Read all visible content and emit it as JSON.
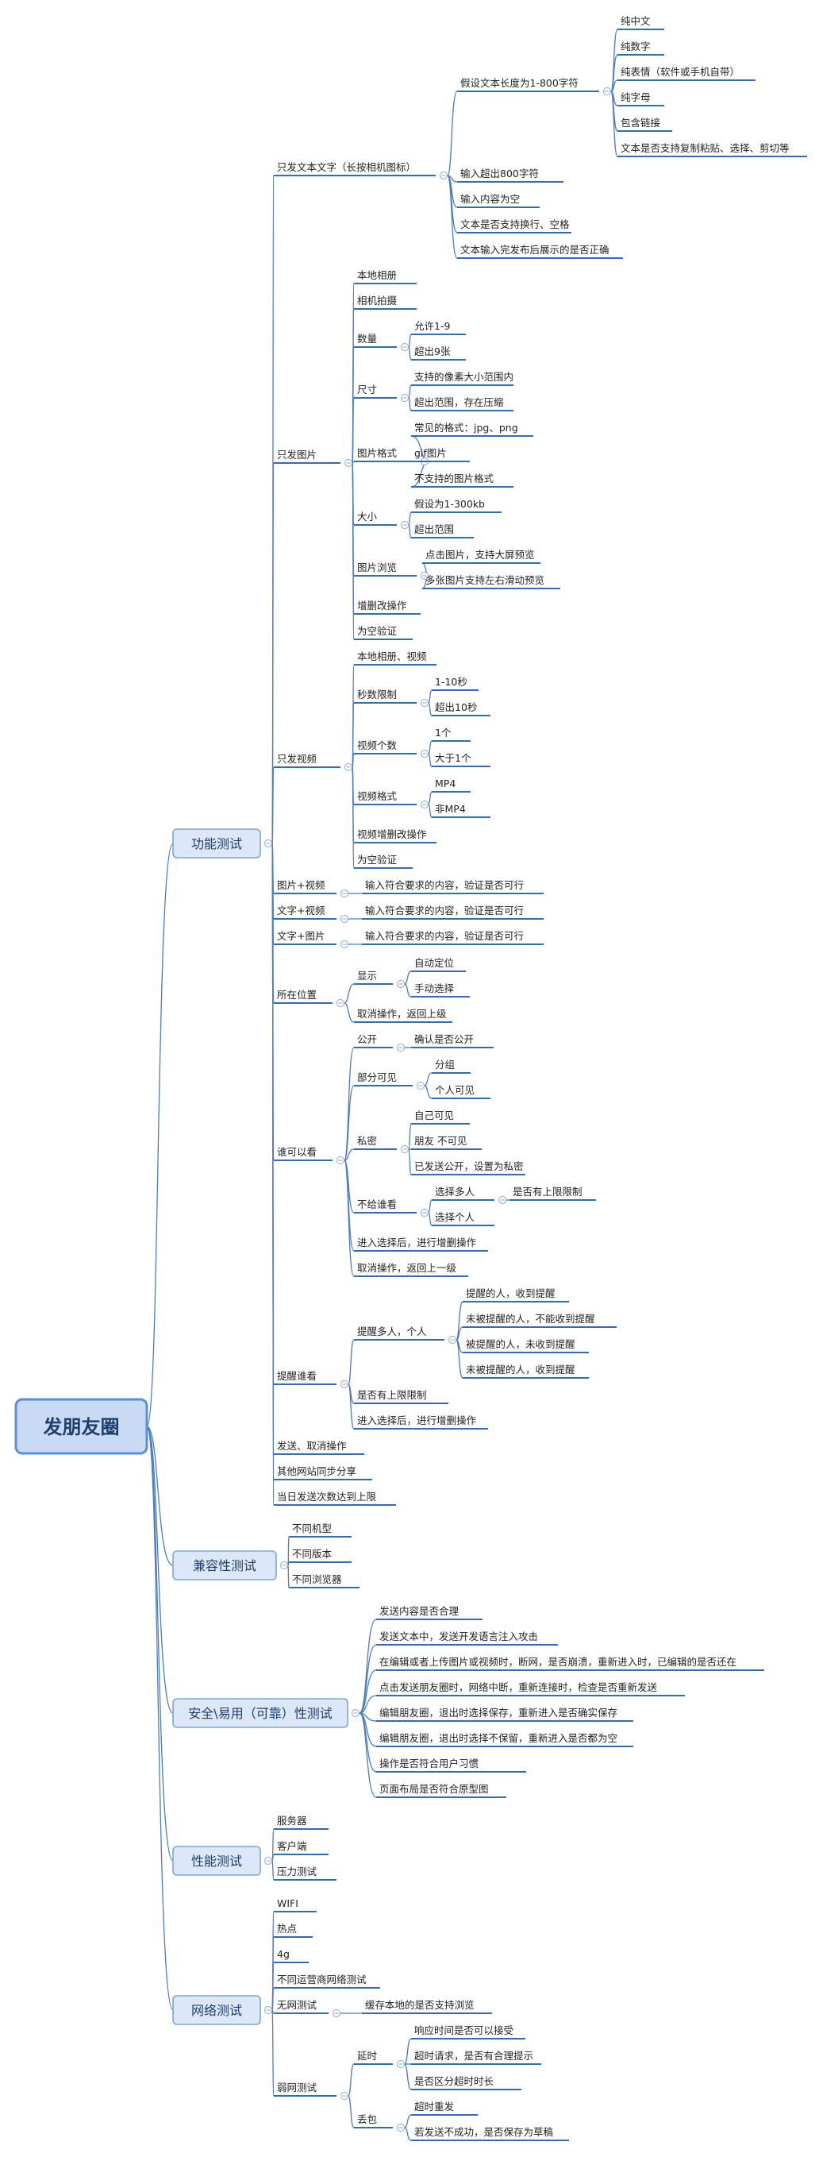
{
  "colors": {
    "root_fill": "#c9dbf4",
    "root_stroke": "#5b8fd6",
    "l2_fill": "#dce8f8",
    "l2_stroke": "#7aa6de",
    "edge": "#4a7cc2",
    "underline": "#2e6cc0"
  },
  "tree": {
    "label": "发朋友圈",
    "children": [
      {
        "label": "功能测试",
        "children": [
          {
            "label": "只发文本文字（长按相机图标）",
            "children": [
              {
                "label": "假设文本长度为1-800字符",
                "children": [
                  {
                    "label": "纯中文"
                  },
                  {
                    "label": "纯数字"
                  },
                  {
                    "label": "纯表情（软件或手机自带）"
                  },
                  {
                    "label": "纯字母"
                  },
                  {
                    "label": "包含链接"
                  },
                  {
                    "label": "文本是否支持复制粘贴、选择、剪切等"
                  }
                ]
              },
              {
                "label": "输入超出800字符"
              },
              {
                "label": "输入内容为空"
              },
              {
                "label": "文本是否支持换行、空格"
              },
              {
                "label": "文本输入完发布后展示的是否正确"
              }
            ]
          },
          {
            "label": "只发图片",
            "children": [
              {
                "label": "本地相册"
              },
              {
                "label": "相机拍摄"
              },
              {
                "label": "数量",
                "children": [
                  {
                    "label": "允许1-9"
                  },
                  {
                    "label": "超出9张"
                  }
                ]
              },
              {
                "label": "尺寸",
                "children": [
                  {
                    "label": "支持的像素大小范围内"
                  },
                  {
                    "label": "超出范围，存在压缩"
                  }
                ]
              },
              {
                "label": "图片格式",
                "children": [
                  {
                    "label": "常见的格式：jpg、png"
                  },
                  {
                    "label": "gif图片"
                  },
                  {
                    "label": "不支持的图片格式"
                  }
                ]
              },
              {
                "label": "大小",
                "children": [
                  {
                    "label": "假设为1-300kb"
                  },
                  {
                    "label": "超出范围"
                  }
                ]
              },
              {
                "label": "图片浏览",
                "children": [
                  {
                    "label": "点击图片，支持大屏预览"
                  },
                  {
                    "label": "多张图片支持左右滑动预览"
                  }
                ]
              },
              {
                "label": "增删改操作"
              },
              {
                "label": "为空验证"
              }
            ]
          },
          {
            "label": "只发视频",
            "children": [
              {
                "label": "本地相册、视频"
              },
              {
                "label": "秒数限制",
                "children": [
                  {
                    "label": "1-10秒"
                  },
                  {
                    "label": "超出10秒"
                  }
                ]
              },
              {
                "label": "视频个数",
                "children": [
                  {
                    "label": "1个"
                  },
                  {
                    "label": "大于1个"
                  }
                ]
              },
              {
                "label": "视频格式",
                "children": [
                  {
                    "label": "MP4"
                  },
                  {
                    "label": "非MP4"
                  }
                ]
              },
              {
                "label": "视频增删改操作"
              },
              {
                "label": "为空验证"
              }
            ]
          },
          {
            "label": "图片+视频",
            "children": [
              {
                "label": "输入符合要求的内容，验证是否可行"
              }
            ]
          },
          {
            "label": "文字+视频",
            "children": [
              {
                "label": "输入符合要求的内容，验证是否可行"
              }
            ]
          },
          {
            "label": "文字+图片",
            "children": [
              {
                "label": "输入符合要求的内容，验证是否可行"
              }
            ]
          },
          {
            "label": "所在位置",
            "children": [
              {
                "label": "显示",
                "children": [
                  {
                    "label": "自动定位"
                  },
                  {
                    "label": "手动选择"
                  }
                ]
              },
              {
                "label": "取消操作，返回上级"
              }
            ]
          },
          {
            "label": "谁可以看",
            "children": [
              {
                "label": "公开",
                "children": [
                  {
                    "label": "确认是否公开"
                  }
                ]
              },
              {
                "label": "部分可见",
                "children": [
                  {
                    "label": "分组"
                  },
                  {
                    "label": "个人可见"
                  }
                ]
              },
              {
                "label": "私密",
                "children": [
                  {
                    "label": "自己可见"
                  },
                  {
                    "label": "朋友 不可见"
                  },
                  {
                    "label": "已发送公开，设置为私密"
                  }
                ]
              },
              {
                "label": "不给谁看",
                "children": [
                  {
                    "label": "选择多人",
                    "children": [
                      {
                        "label": "是否有上限限制"
                      }
                    ]
                  },
                  {
                    "label": "选择个人"
                  }
                ]
              },
              {
                "label": "进入选择后，进行增删操作"
              },
              {
                "label": "取消操作，返回上一级"
              }
            ]
          },
          {
            "label": "提醒谁看",
            "children": [
              {
                "label": "提醒多人，个人",
                "children": [
                  {
                    "label": "提醒的人，收到提醒"
                  },
                  {
                    "label": "未被提醒的人，不能收到提醒"
                  },
                  {
                    "label": "被提醒的人，未收到提醒"
                  },
                  {
                    "label": "未被提醒的人，收到提醒"
                  }
                ]
              },
              {
                "label": "是否有上限限制"
              },
              {
                "label": "进入选择后，进行增删操作"
              }
            ]
          },
          {
            "label": "发送、取消操作"
          },
          {
            "label": "其他网站同步分享"
          },
          {
            "label": "当日发送次数达到上限"
          }
        ]
      },
      {
        "label": "兼容性测试",
        "children": [
          {
            "label": "不同机型"
          },
          {
            "label": "不同版本"
          },
          {
            "label": "不同浏览器"
          }
        ]
      },
      {
        "label": "安全\\易用（可靠）性测试",
        "children": [
          {
            "label": "发送内容是否合理"
          },
          {
            "label": "发送文本中，发送开发语言注入攻击"
          },
          {
            "label": "在编辑或者上传图片或视频时，断网，是否崩溃，重新进入时，已编辑的是否还在"
          },
          {
            "label": "点击发送朋友圈时，网络中断，重新连接时，检查是否重新发送"
          },
          {
            "label": "编辑朋友圈，退出时选择保存，重新进入是否确实保存"
          },
          {
            "label": "编辑朋友圈，退出时选择不保留，重新进入是否都为空"
          },
          {
            "label": "操作是否符合用户习惯"
          },
          {
            "label": "页面布局是否符合原型图"
          }
        ]
      },
      {
        "label": "性能测试",
        "children": [
          {
            "label": "服务器"
          },
          {
            "label": "客户端"
          },
          {
            "label": "压力测试"
          }
        ]
      },
      {
        "label": "网络测试",
        "children": [
          {
            "label": "WIFI"
          },
          {
            "label": "热点"
          },
          {
            "label": "4g"
          },
          {
            "label": "不同运营商网络测试"
          },
          {
            "label": "无网测试",
            "children": [
              {
                "label": "缓存本地的是否支持浏览"
              }
            ]
          },
          {
            "label": "弱网测试",
            "children": [
              {
                "label": "延时",
                "children": [
                  {
                    "label": "响应时间是否可以接受"
                  },
                  {
                    "label": "超时请求，是否有合理提示"
                  },
                  {
                    "label": "是否区分超时时长"
                  }
                ]
              },
              {
                "label": "丢包",
                "children": [
                  {
                    "label": "超时重发"
                  },
                  {
                    "label": "若发送不成功，是否保存为草稿"
                  }
                ]
              }
            ]
          }
        ]
      }
    ]
  }
}
